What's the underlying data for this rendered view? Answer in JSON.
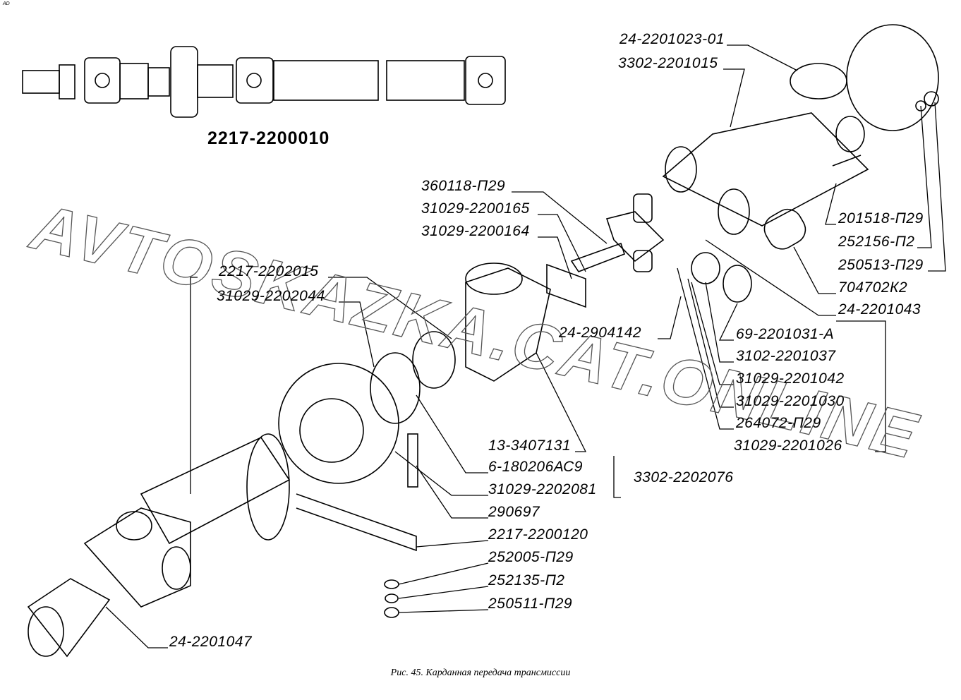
{
  "figure": {
    "assembly_number": "2217-2200010",
    "caption": "Рис. 45. Карданная передача трансмиссии",
    "corner_mark": "АD",
    "watermark": "AVTOSKAZKA.CAT.ONLINE"
  },
  "labels": [
    "24-2201023-01",
    "3302-2201015",
    "360118-П29",
    "31029-2200165",
    "31029-2200164",
    "2217-2202015",
    "31029-2202044",
    "201518-П29",
    "252156-П2",
    "250513-П29",
    "704702К2",
    "24-2201043",
    "24-2904142",
    "69-2201031-А",
    "3102-2201037",
    "31029-2201042",
    "31029-2201030",
    "264072-П29",
    "31029-2201026",
    "13-3407131",
    "6-180206АС9",
    "3302-2202076",
    "31029-2202081",
    "290697",
    "2217-2200120",
    "252005-П29",
    "252135-П2",
    "250511-П29",
    "24-2201047"
  ]
}
